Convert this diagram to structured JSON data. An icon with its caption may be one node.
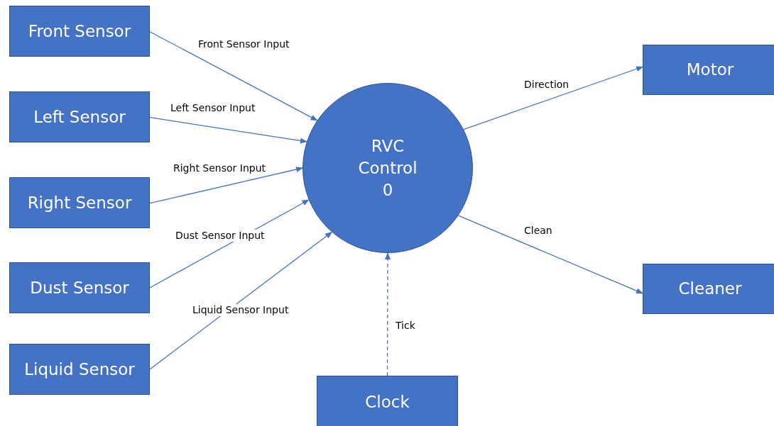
{
  "diagram": {
    "nodes": [
      {
        "text": [
          "Front Sensor"
        ]
      },
      {
        "text": [
          "Left Sensor"
        ]
      },
      {
        "text": [
          "Right Sensor"
        ]
      },
      {
        "text": [
          "Dust Sensor"
        ]
      },
      {
        "text": [
          "Liquid Sensor"
        ]
      },
      {
        "text": [
          "RVC Control",
          "0"
        ]
      },
      {
        "text": [
          "Motor"
        ]
      },
      {
        "text": [
          "Cleaner"
        ]
      },
      {
        "text": [
          "Clock"
        ]
      }
    ],
    "edges": [
      {
        "from": 0,
        "to": 5,
        "arrow": "to",
        "label": "Front Sensor Input"
      },
      {
        "from": 1,
        "to": 5,
        "arrow": "to",
        "label": "Left Sensor Input"
      },
      {
        "from": 2,
        "to": 5,
        "arrow": "to",
        "label": "Right Sensor Input"
      },
      {
        "from": 3,
        "to": 5,
        "arrow": "to",
        "label": "Dust Sensor Input"
      },
      {
        "from": 4,
        "to": 5,
        "arrow": "to",
        "label": "Liquid Sensor Input"
      },
      {
        "from": 5,
        "to": 6,
        "arrow": "to",
        "label": "Direction"
      },
      {
        "from": 5,
        "to": 7,
        "arrow": "to",
        "label": "Clean"
      },
      {
        "from": 8,
        "to": 5,
        "arrow": "to",
        "label": "Tick",
        "style": "dashed"
      }
    ]
  }
}
